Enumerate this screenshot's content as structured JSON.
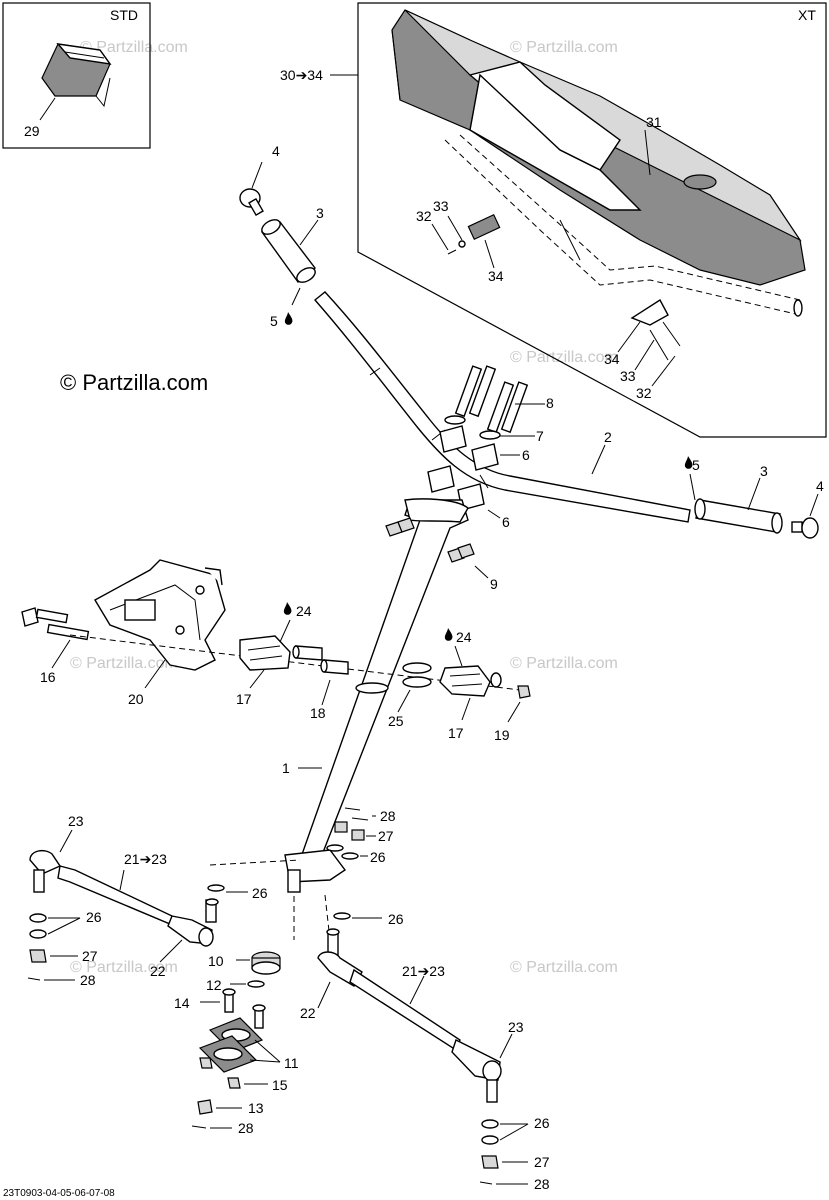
{
  "diagram": {
    "watermark_main": "© Partzilla.com",
    "watermark_faint": "© Partzilla.com",
    "footer_code": "23T0903-04-05-06-07-08",
    "box_std": {
      "tag": "STD",
      "part": "29"
    },
    "box_xt": {
      "tag": "XT",
      "range": "30➔34",
      "labels": [
        "31",
        "32",
        "33",
        "34",
        "34",
        "33",
        "32"
      ]
    },
    "labels": {
      "l4a": "4",
      "l3a": "3",
      "l5a": "5",
      "l8": "8",
      "l7": "7",
      "l6a": "6",
      "l2": "2",
      "l5b": "5",
      "l3b": "3",
      "l4b": "4",
      "l6b": "6",
      "l9": "9",
      "l24a": "24",
      "l24b": "24",
      "l16": "16",
      "l20": "20",
      "l17a": "17",
      "l18": "18",
      "l25": "25",
      "l17b": "17",
      "l19": "19",
      "l1": "1",
      "l28a": "28",
      "l27a": "27",
      "l26a": "26",
      "l23a": "23",
      "l2123a": "21➔23",
      "l26b": "26",
      "l26c": "26",
      "l26d": "26",
      "l27b": "27",
      "l28b": "28",
      "l22a": "22",
      "l10": "10",
      "l12": "12",
      "l14": "14",
      "l2123b": "21➔23",
      "l22b": "22",
      "l11": "11",
      "l15": "15",
      "l13": "13",
      "l28c": "28",
      "l23b": "23",
      "l26e": "26",
      "l27c": "27",
      "l28d": "28"
    },
    "icon": "oil-drop-icon"
  }
}
